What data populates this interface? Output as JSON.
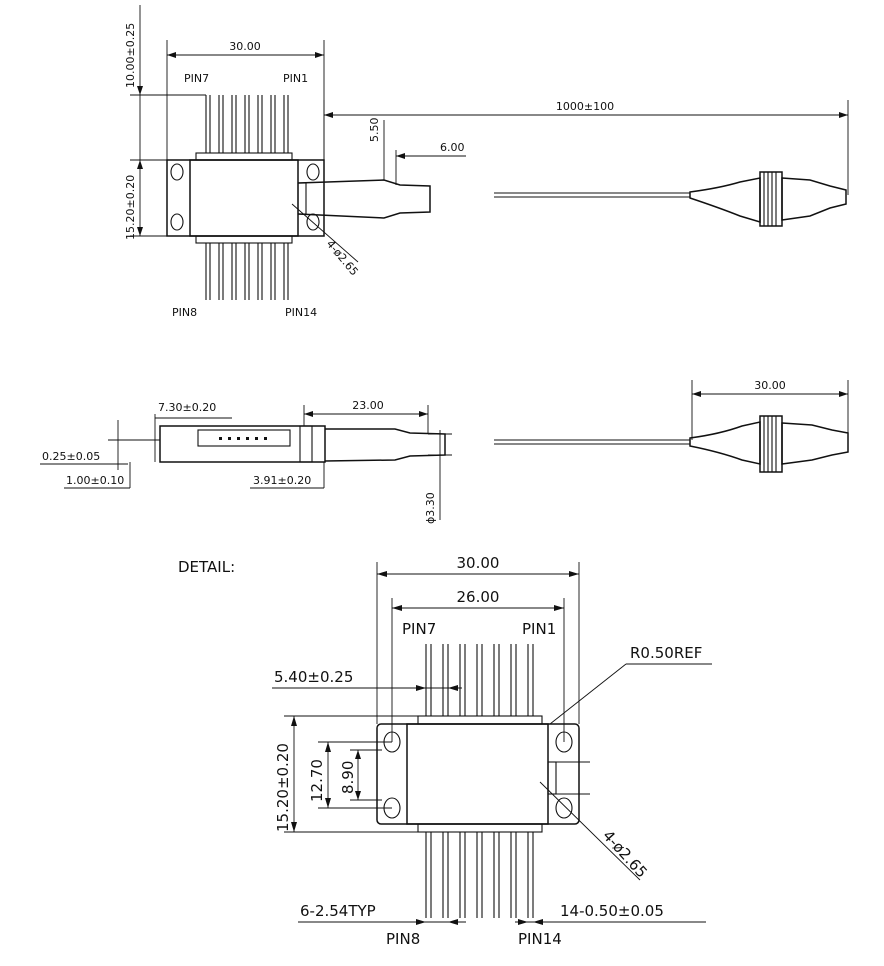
{
  "top_view": {
    "dim_width": "30.00",
    "dim_pin_length": "10.00±0.25",
    "dim_body_height": "15.20±0.20",
    "dim_fiber_length": "1000±100",
    "dim_boot_offset": "5.50",
    "dim_boot_length": "6.00",
    "holes": "4-ø2.65",
    "pin_top_left": "PIN7",
    "pin_top_right": "PIN1",
    "pin_bottom_left": "PIN8",
    "pin_bottom_right": "PIN14"
  },
  "side_view": {
    "dim_lid_offset": "7.30±0.20",
    "dim_boot": "23.00",
    "dim_connector": "30.00",
    "dim_plate": "0.25±0.05",
    "dim_base": "1.00±0.10",
    "dim_flange": "3.91±0.20",
    "dim_fiber_dia": "ϕ3.30"
  },
  "detail_view": {
    "title": "DETAIL:",
    "dim_width": "30.00",
    "dim_hole_pitch": "26.00",
    "dim_pin_offset": "5.40±0.25",
    "dim_radius": "R0.50REF",
    "dim_height": "15.20±0.20",
    "dim_hole_span": "12.70",
    "dim_inner": "8.90",
    "holes": "4-ø2.65",
    "dim_pitch": "6-2.54TYP",
    "dim_pin_width": "14-0.50±0.05",
    "pin_top_left": "PIN7",
    "pin_top_right": "PIN1",
    "pin_bottom_left": "PIN8",
    "pin_bottom_right": "PIN14"
  }
}
